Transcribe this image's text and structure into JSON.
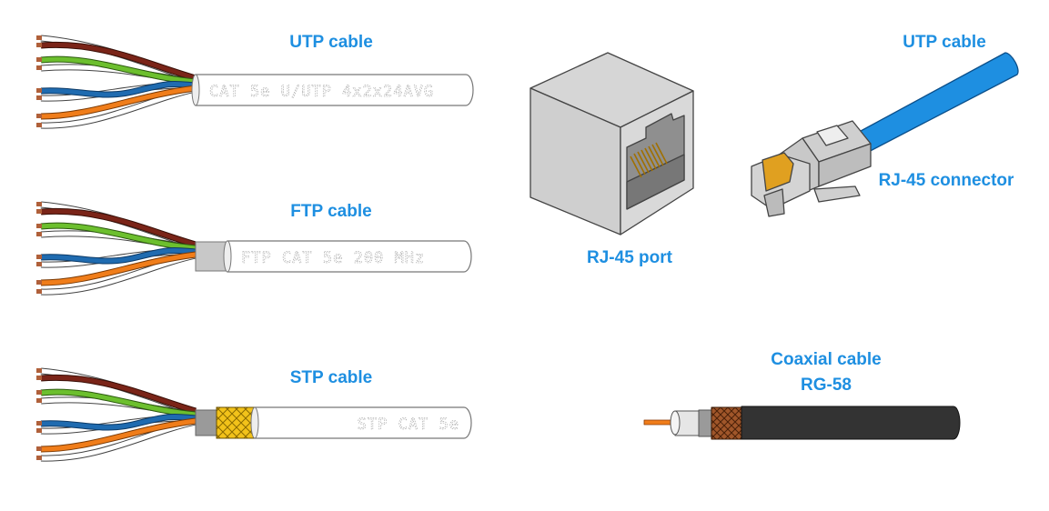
{
  "labels": {
    "utp_cable": "UTP cable",
    "ftp_cable": "FTP cable",
    "stp_cable": "STP cable",
    "rj45_port": "RJ-45 port",
    "connector_cable": "UTP cable",
    "rj45_connector": "RJ-45 connector",
    "coax_line1": "Coaxial cable",
    "coax_line2": "RG-58"
  },
  "jacket_prints": {
    "utp": "CAT 5e U/UTP 4x2x24AVG",
    "ftp": "FTP CAT 5e 200 MHz",
    "stp": "STP CAT 5e"
  },
  "colors": {
    "label": "#1e8fe1",
    "wire_brown": "#7a2418",
    "wire_green": "#6cbf2e",
    "wire_blue": "#1f6bb0",
    "wire_orange": "#f07d1a",
    "connector_cable": "#1e8fe1",
    "coax_jacket": "#333333",
    "braid_copper": "#a0562a",
    "braid_gold": "#f2c21a"
  }
}
